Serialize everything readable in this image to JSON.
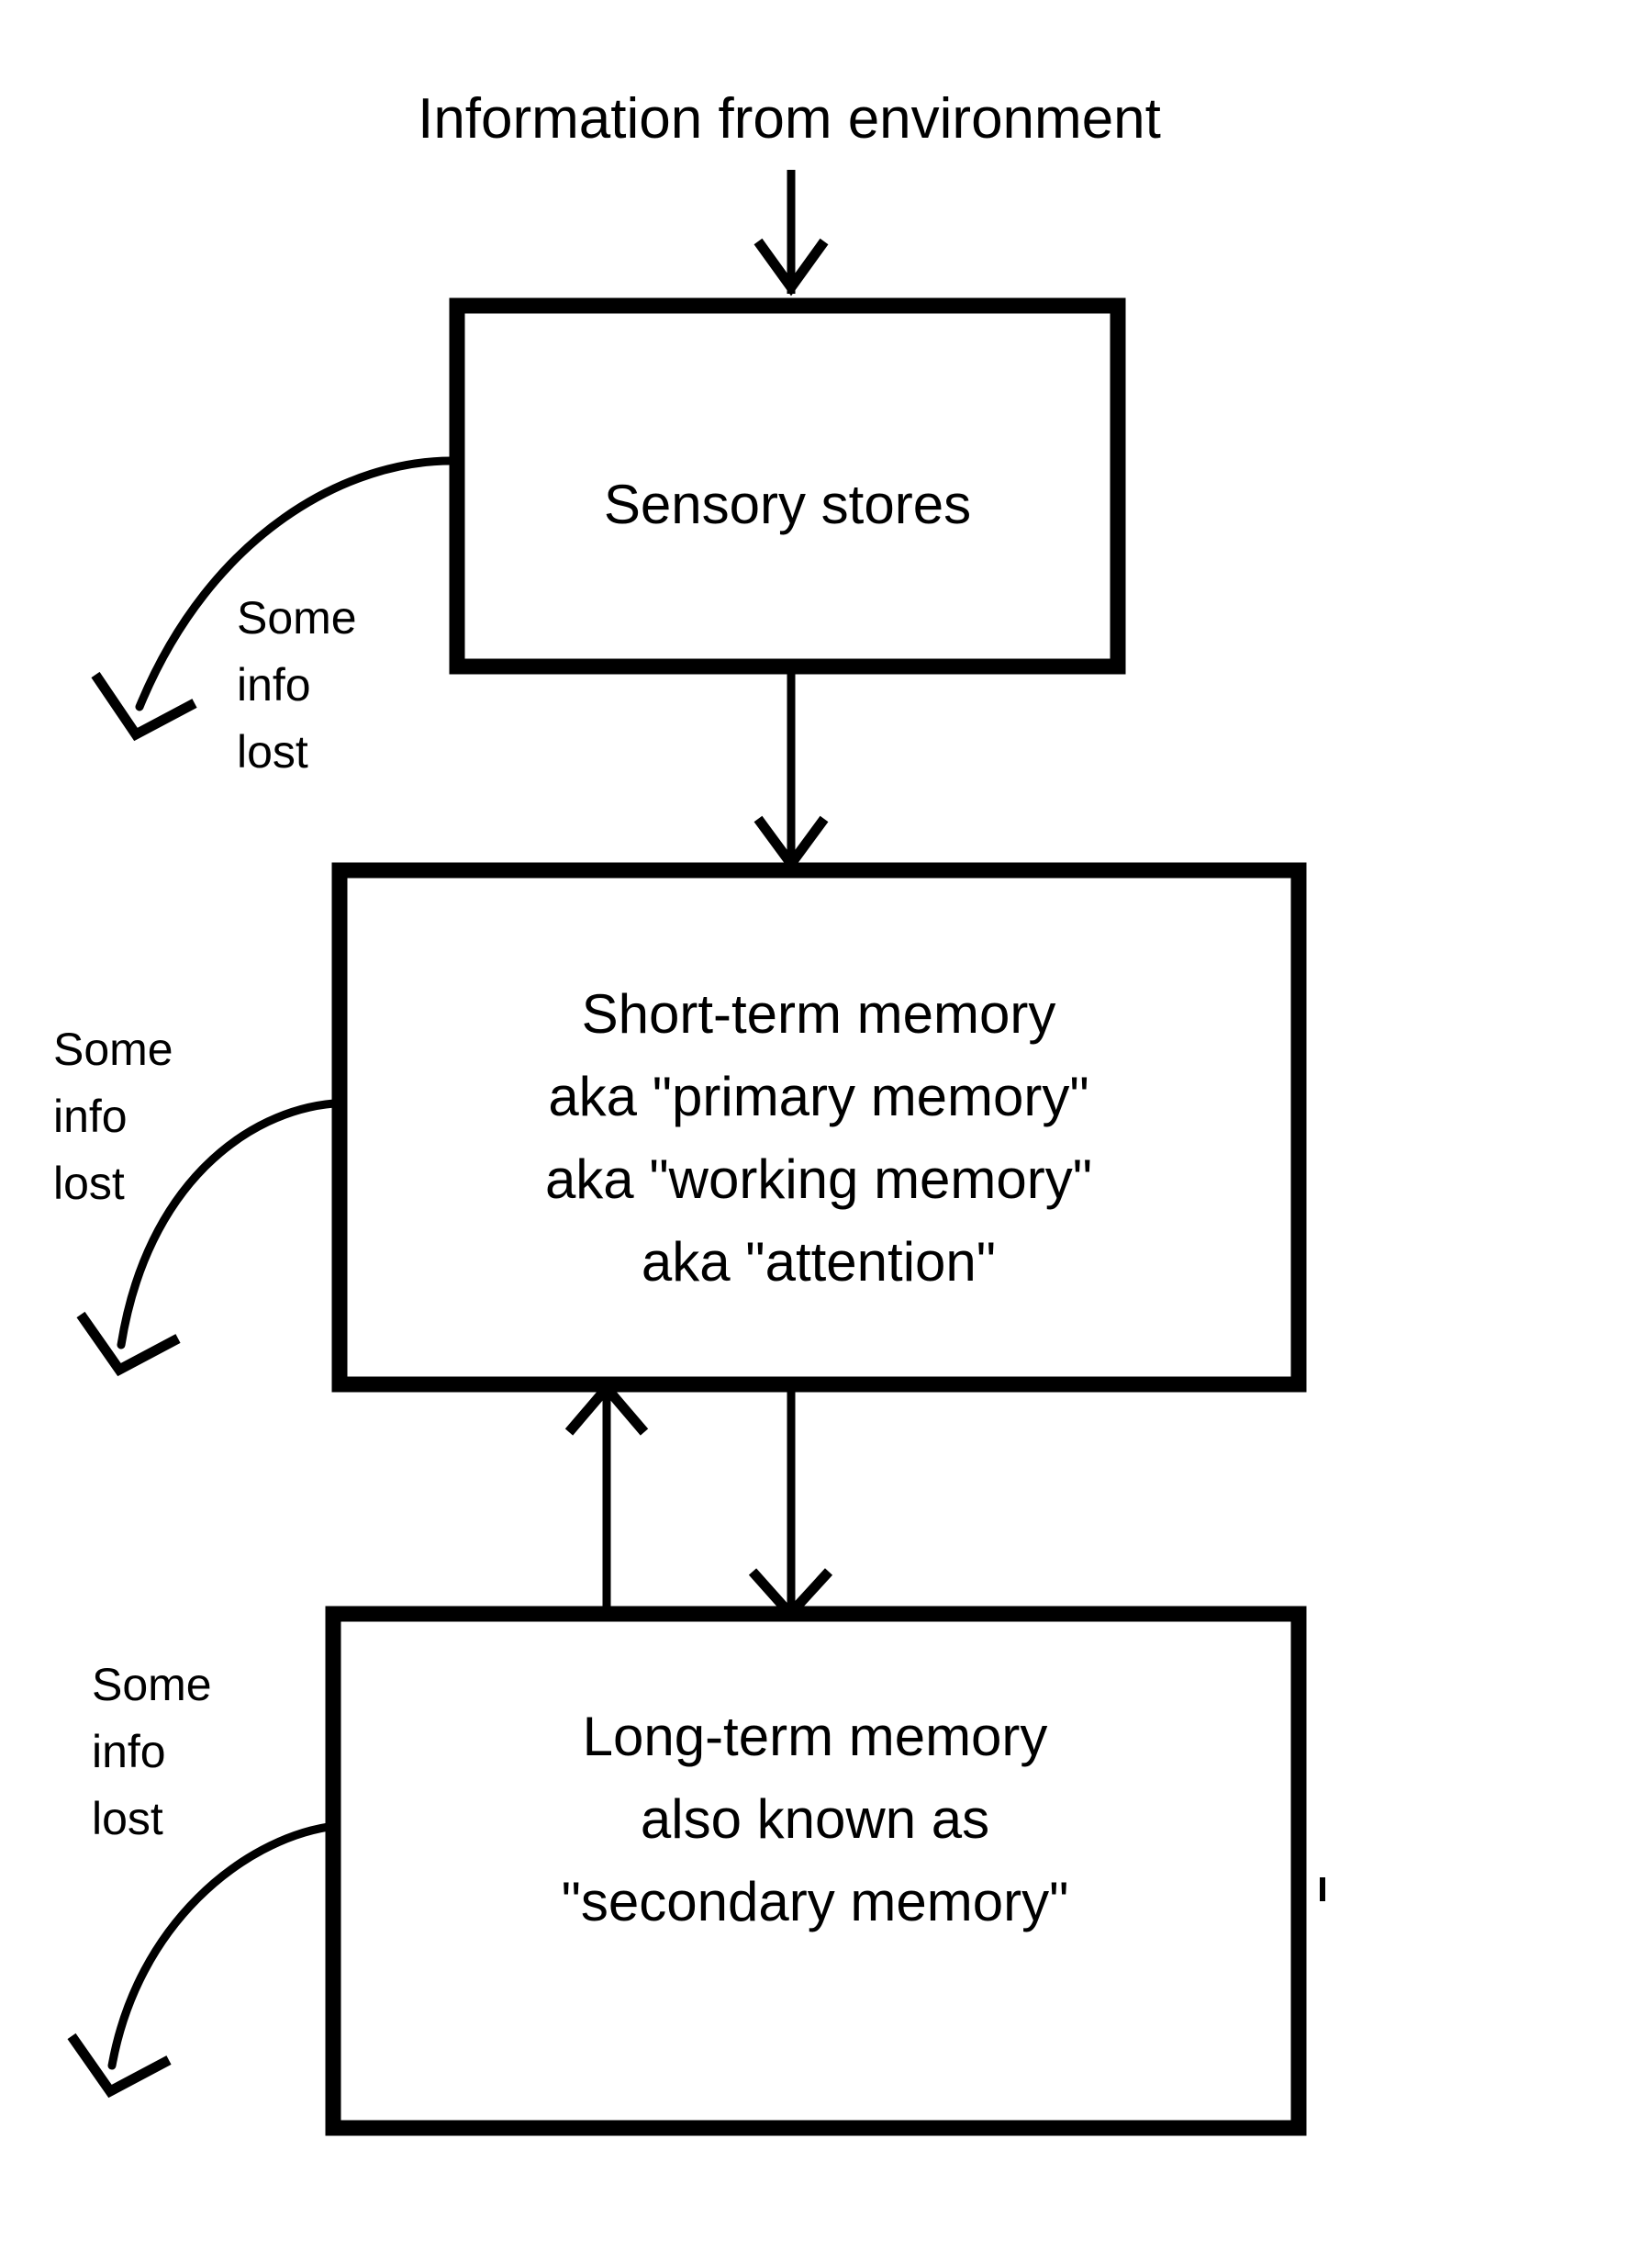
{
  "diagram": {
    "title": "Information from environment",
    "boxes": [
      {
        "id": "sensory-stores",
        "lines": [
          "Sensory stores"
        ]
      },
      {
        "id": "short-term-memory",
        "lines": [
          "Short-term memory",
          "aka \"primary memory\"",
          "aka \"working memory\"",
          "aka \"attention\""
        ]
      },
      {
        "id": "long-term-memory",
        "lines": [
          "Long-term memory",
          "also known as",
          "\"secondary memory\""
        ]
      }
    ],
    "loss_labels": [
      {
        "id": "loss-sensory",
        "lines": [
          "Some",
          "info",
          "lost"
        ]
      },
      {
        "id": "loss-stm",
        "lines": [
          "Some",
          "info",
          "lost"
        ]
      },
      {
        "id": "loss-ltm",
        "lines": [
          "Some",
          "info",
          "lost"
        ]
      }
    ],
    "connectors": [
      {
        "id": "env-to-sensory",
        "kind": "arrow-down",
        "from": "environment",
        "to": "sensory-stores"
      },
      {
        "id": "sensory-to-stm",
        "kind": "arrow-down",
        "from": "sensory-stores",
        "to": "short-term-memory"
      },
      {
        "id": "ltm-to-stm",
        "kind": "arrow-up",
        "from": "long-term-memory",
        "to": "short-term-memory"
      },
      {
        "id": "stm-to-ltm",
        "kind": "arrow-down",
        "from": "short-term-memory",
        "to": "long-term-memory"
      },
      {
        "id": "sensory-loss",
        "kind": "curved-arrow-down-left",
        "from": "sensory-stores",
        "to": "loss-sensory"
      },
      {
        "id": "stm-loss",
        "kind": "curved-arrow-down-left",
        "from": "short-term-memory",
        "to": "loss-stm"
      },
      {
        "id": "ltm-loss",
        "kind": "curved-arrow-down-left",
        "from": "long-term-memory",
        "to": "loss-ltm"
      }
    ],
    "colors": {
      "background": "#ffffff",
      "stroke": "#000000",
      "text": "#000000"
    }
  }
}
